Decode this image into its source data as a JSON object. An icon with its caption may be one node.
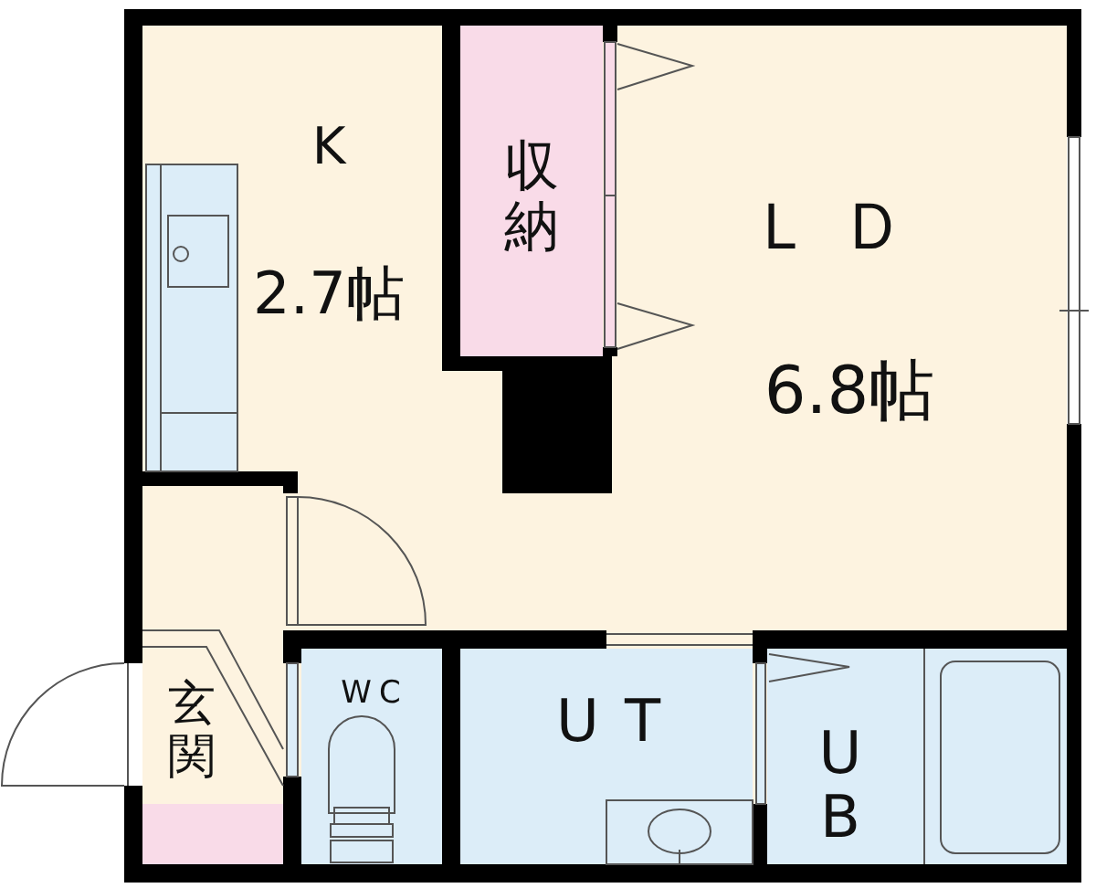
{
  "diagram": {
    "nodes": [
      {
        "text": [
          "K",
          "2.7帖"
        ]
      },
      {
        "text": [
          "収納"
        ]
      },
      {
        "text": [
          "ＬＤ",
          "6.8帖"
        ]
      },
      {
        "text": [
          "玄関"
        ]
      },
      {
        "text": [
          "WC"
        ]
      },
      {
        "text": [
          "UT"
        ]
      },
      {
        "text": [
          "UB"
        ]
      },
      {
        "text": [],
        "shape": "box"
      },
      {
        "text": [],
        "shape": "box"
      }
    ]
  }
}
